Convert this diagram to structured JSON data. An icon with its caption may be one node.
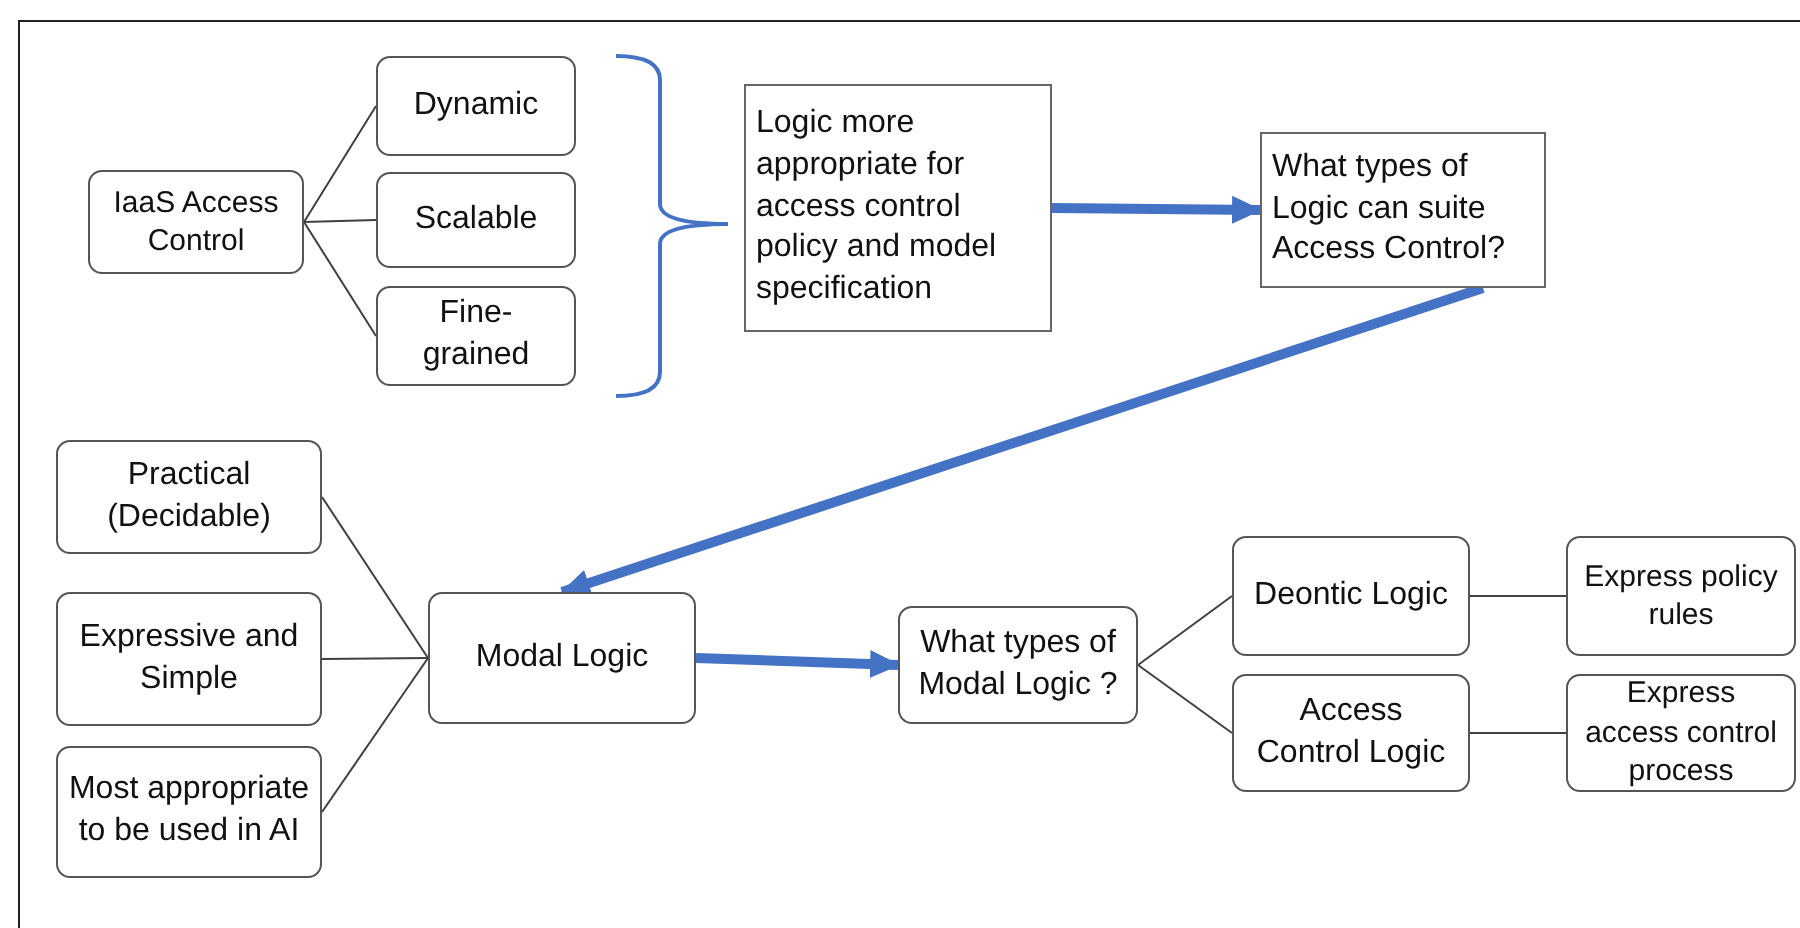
{
  "diagram": {
    "nodes": [
      {
        "text": [
          "IaaS Access Control"
        ]
      },
      {
        "text": [
          "Dynamic"
        ]
      },
      {
        "text": [
          "Scalable"
        ]
      },
      {
        "text": [
          "Fine-grained"
        ]
      },
      {
        "text": [
          "Logic more appropriate for access control policy and model specification"
        ]
      },
      {
        "text": [
          "What types of Logic can suite Access Control?"
        ]
      },
      {
        "text": [
          "Practical (Decidable)"
        ]
      },
      {
        "text": [
          "Expressive and Simple"
        ]
      },
      {
        "text": [
          "Most appropriate to be used in AI"
        ]
      },
      {
        "text": [
          "Modal Logic"
        ]
      },
      {
        "text": [
          "What types of Modal Logic ?"
        ]
      },
      {
        "text": [
          "Deontic Logic"
        ]
      },
      {
        "text": [
          "Access Control Logic"
        ]
      },
      {
        "text": [
          "Express policy rules"
        ]
      },
      {
        "text": [
          "Express access control process"
        ]
      }
    ],
    "edges": [
      {
        "from": 0,
        "to": 1,
        "arrow": "none"
      },
      {
        "from": 0,
        "to": 2,
        "arrow": "none"
      },
      {
        "from": 0,
        "to": 3,
        "arrow": "none"
      },
      {
        "from": 4,
        "to": 5,
        "arrow": "to",
        "style": "thick",
        "color": "#4472c4"
      },
      {
        "from": 5,
        "to": 9,
        "arrow": "to",
        "style": "thick",
        "color": "#4472c4"
      },
      {
        "from": 6,
        "to": 9,
        "arrow": "none"
      },
      {
        "from": 7,
        "to": 9,
        "arrow": "none"
      },
      {
        "from": 8,
        "to": 9,
        "arrow": "none"
      },
      {
        "from": 9,
        "to": 10,
        "arrow": "to",
        "style": "thick",
        "color": "#4472c4"
      },
      {
        "from": 10,
        "to": 11,
        "arrow": "none"
      },
      {
        "from": 10,
        "to": 12,
        "arrow": "none"
      },
      {
        "from": 11,
        "to": 13,
        "arrow": "none"
      },
      {
        "from": 12,
        "to": 14,
        "arrow": "none"
      }
    ]
  }
}
